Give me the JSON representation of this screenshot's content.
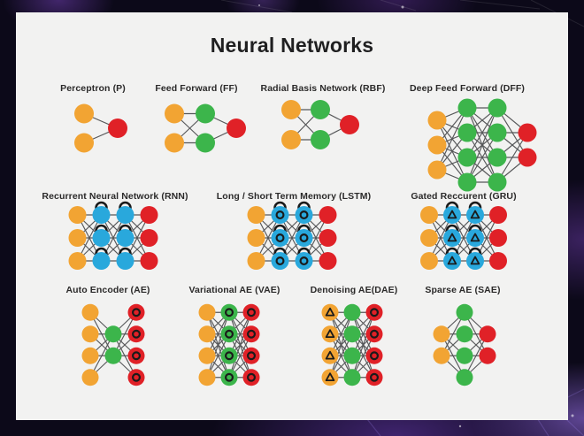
{
  "title": "Neural Networks",
  "palette": {
    "node_yellow": "#F2A433",
    "node_green": "#3CB54B",
    "node_red": "#E02127",
    "node_blue": "#29A8DC",
    "edge_gray": "#565759",
    "symbol_black": "#1A1A1A",
    "card_background": "#F2F2F1",
    "frame_background": "#0C0919",
    "title_color": "#1F1F20"
  },
  "networks": [
    {
      "id": "p",
      "label": "Perceptron (P)",
      "layers": [
        {
          "count": 2,
          "color": "yellow"
        },
        {
          "count": 1,
          "color": "red"
        }
      ]
    },
    {
      "id": "ff",
      "label": "Feed Forward (FF)",
      "layers": [
        {
          "count": 2,
          "color": "yellow"
        },
        {
          "count": 2,
          "color": "green"
        },
        {
          "count": 1,
          "color": "red"
        }
      ]
    },
    {
      "id": "rbf",
      "label": "Radial Basis Network (RBF)",
      "layers": [
        {
          "count": 2,
          "color": "yellow"
        },
        {
          "count": 2,
          "color": "green"
        },
        {
          "count": 1,
          "color": "red"
        }
      ]
    },
    {
      "id": "dff",
      "label": "Deep Feed Forward (DFF)",
      "layers": [
        {
          "count": 3,
          "color": "yellow"
        },
        {
          "count": 4,
          "color": "green"
        },
        {
          "count": 4,
          "color": "green"
        },
        {
          "count": 2,
          "color": "red"
        }
      ]
    },
    {
      "id": "rnn",
      "label": "Recurrent Neural Network (RNN)",
      "layers": [
        {
          "count": 3,
          "color": "yellow"
        },
        {
          "count": 3,
          "color": "blue",
          "recurrent": true
        },
        {
          "count": 3,
          "color": "blue",
          "recurrent": true
        },
        {
          "count": 3,
          "color": "red"
        }
      ]
    },
    {
      "id": "lstm",
      "label": "Long / Short Term Memory (LSTM)",
      "layers": [
        {
          "count": 3,
          "color": "yellow"
        },
        {
          "count": 3,
          "color": "blue",
          "symbol": "ring",
          "recurrent": true
        },
        {
          "count": 3,
          "color": "blue",
          "symbol": "ring",
          "recurrent": true
        },
        {
          "count": 3,
          "color": "red"
        }
      ]
    },
    {
      "id": "gru",
      "label": "Gated Reccurent (GRU)",
      "layers": [
        {
          "count": 3,
          "color": "yellow"
        },
        {
          "count": 3,
          "color": "blue",
          "symbol": "triangle",
          "recurrent": true
        },
        {
          "count": 3,
          "color": "blue",
          "symbol": "triangle",
          "recurrent": true
        },
        {
          "count": 3,
          "color": "red"
        }
      ]
    },
    {
      "id": "ae",
      "label": "Auto Encoder (AE)",
      "layers": [
        {
          "count": 4,
          "color": "yellow"
        },
        {
          "count": 2,
          "color": "green"
        },
        {
          "count": 4,
          "color": "red",
          "symbol": "ring"
        }
      ]
    },
    {
      "id": "vae",
      "label": "Variational AE (VAE)",
      "layers": [
        {
          "count": 4,
          "color": "yellow"
        },
        {
          "count": 4,
          "color": "green",
          "symbol": "ring"
        },
        {
          "count": 4,
          "color": "red",
          "symbol": "ring"
        }
      ]
    },
    {
      "id": "dae",
      "label": "Denoising AE(DAE)",
      "layers": [
        {
          "count": 4,
          "color": "yellow",
          "symbol": "triangle"
        },
        {
          "count": 4,
          "color": "green"
        },
        {
          "count": 4,
          "color": "red",
          "symbol": "ring"
        }
      ]
    },
    {
      "id": "sae",
      "label": "Sparse AE (SAE)",
      "layers": [
        {
          "count": 2,
          "color": "yellow"
        },
        {
          "count": 4,
          "color": "green"
        },
        {
          "count": 2,
          "color": "red"
        }
      ]
    }
  ]
}
